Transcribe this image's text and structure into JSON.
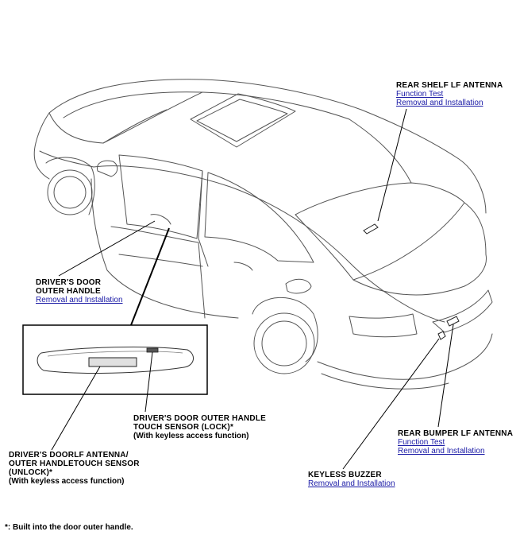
{
  "callouts": {
    "rear_shelf": {
      "title": "REAR SHELF LF ANTENNA",
      "links": [
        "Function Test",
        "Removal and Installation"
      ]
    },
    "door_handle": {
      "title_line1": "DRIVER'S DOOR",
      "title_line2": "OUTER HANDLE",
      "links": [
        "Removal and Installation"
      ]
    },
    "touch_lock": {
      "title_line1": "DRIVER'S DOOR OUTER HANDLE",
      "title_line2": "TOUCH SENSOR (LOCK)*",
      "note": "(With keyless access function)"
    },
    "doorlf": {
      "title_line1": "DRIVER'S DOORLF ANTENNA/",
      "title_line2": "OUTER HANDLETOUCH SENSOR",
      "title_line3": "(UNLOCK)*",
      "note": "(With keyless access function)"
    },
    "rear_bumper": {
      "title": "REAR BUMPER LF ANTENNA",
      "links": [
        "Function Test",
        "Removal and Installation"
      ]
    },
    "keyless_buzzer": {
      "title": "KEYLESS BUZZER",
      "links": [
        "Removal and Installation"
      ]
    }
  },
  "footnote": "*: Built into the door outer handle.",
  "colors": {
    "link": "#1a1aa6",
    "line": "#000000",
    "car_outline": "#555555"
  }
}
